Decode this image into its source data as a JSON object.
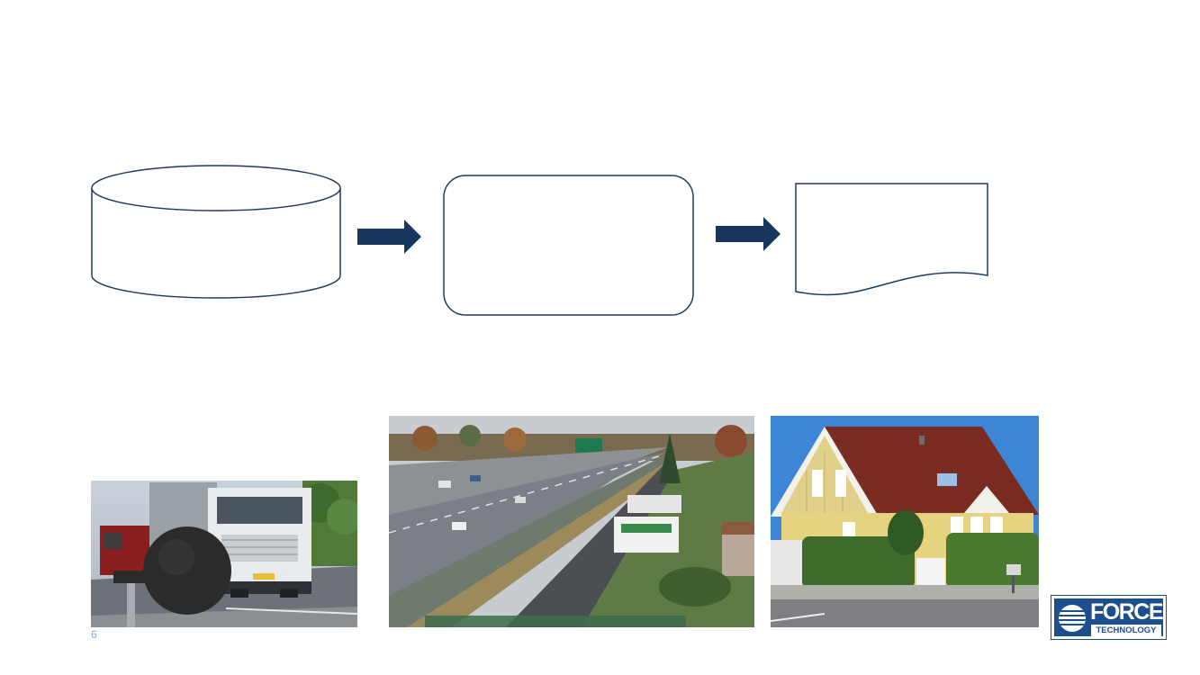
{
  "slide": {
    "number": "6"
  },
  "diagram": {
    "nodes": [
      {
        "id": "database",
        "shape": "cylinder",
        "label": ""
      },
      {
        "id": "process",
        "shape": "rounded-rectangle",
        "label": ""
      },
      {
        "id": "document",
        "shape": "document",
        "label": ""
      }
    ],
    "edges": [
      {
        "from": "database",
        "to": "process"
      },
      {
        "from": "process",
        "to": "document"
      }
    ],
    "colors": {
      "stroke": "#1f3a5f",
      "arrow": "#17375e"
    }
  },
  "photos": [
    {
      "name": "truck-with-microphone",
      "subject": "sound level meter microphone in front of truck on road"
    },
    {
      "name": "highway-noise-barrier",
      "subject": "motorway with noise barrier next to residential area"
    },
    {
      "name": "yellow-house",
      "subject": "yellow wooden house with red roof behind hedge"
    }
  ],
  "logo": {
    "line1": "FORCE",
    "line2": "TECHNOLOGY"
  }
}
